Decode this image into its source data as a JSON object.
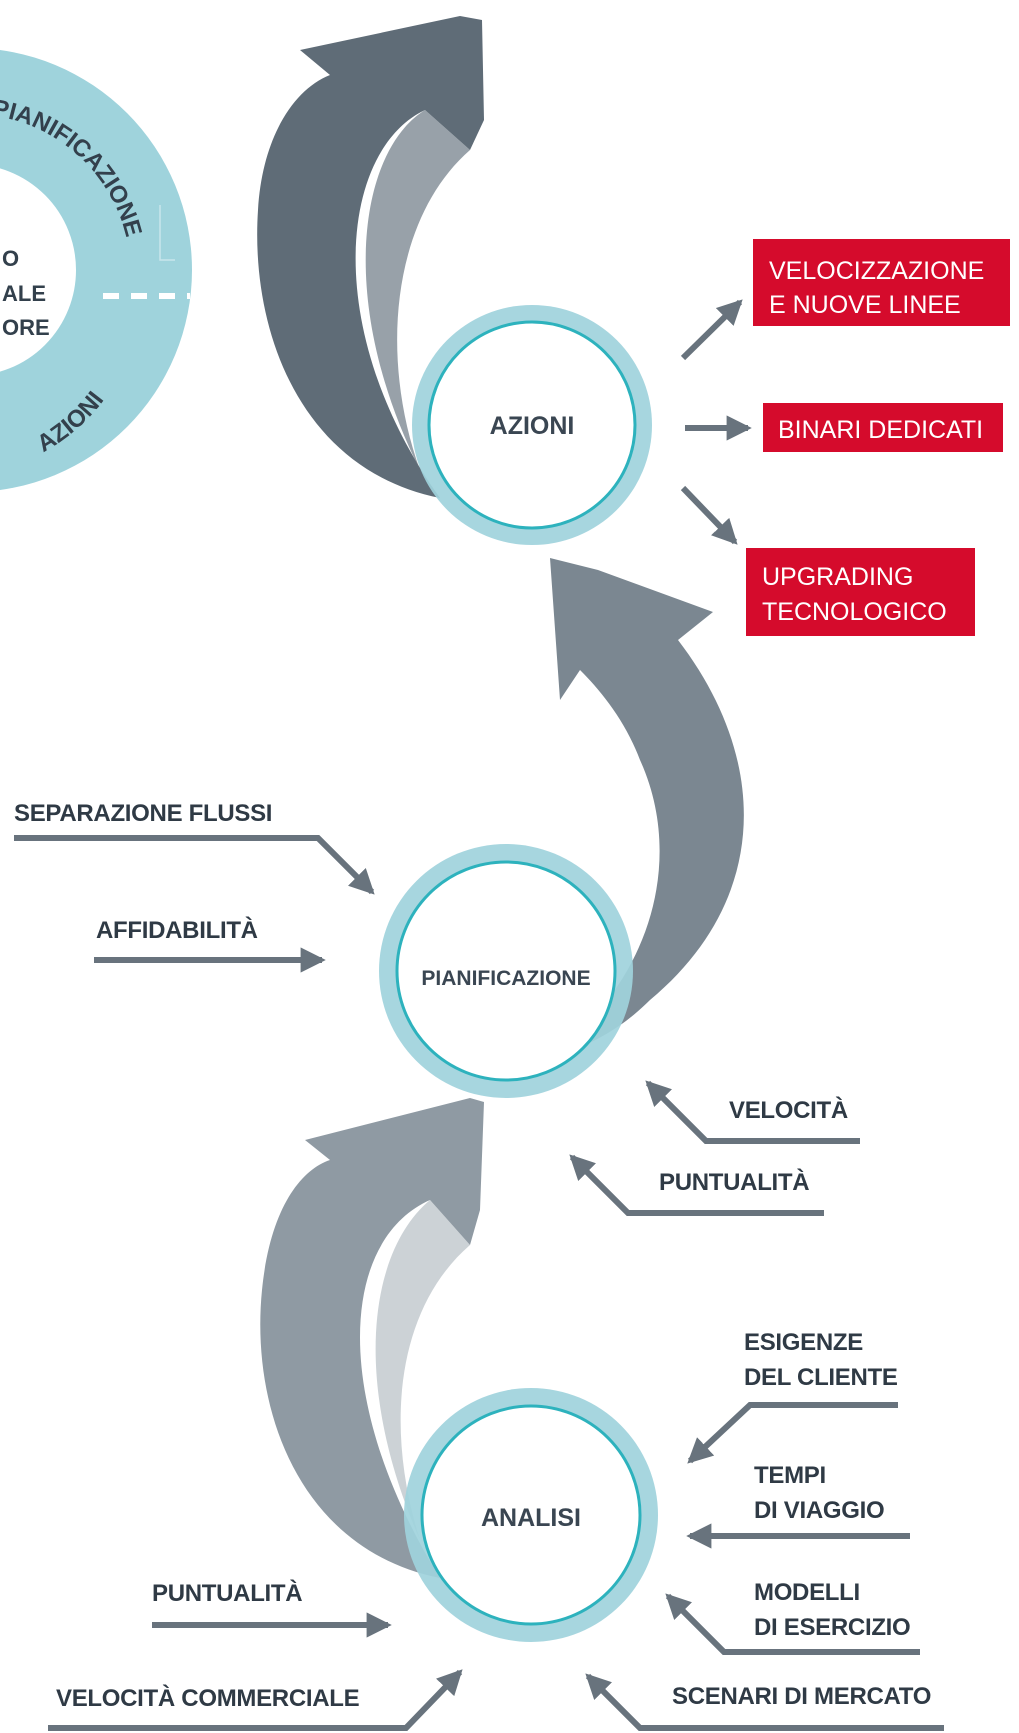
{
  "colors": {
    "teal_ring": "#9fd3dc",
    "teal_stroke": "#2db2bd",
    "arrow_dark": "#5f6c77",
    "arrow_mid": "#7b8791",
    "arrow_light": "#8f9aa3",
    "connector": "#68737d",
    "red": "#d50b2c",
    "text": "#2f3a45"
  },
  "cycle": {
    "ring_top": "PIANIFICAZIONE",
    "ring_bottom": "AZIONI",
    "inner_lines": [
      "O",
      "ALE",
      "ORE"
    ]
  },
  "nodes": {
    "azioni": "AZIONI",
    "pianificazione": "PIANIFICAZIONE",
    "analisi": "ANALISI"
  },
  "outputs": {
    "velocizzazione": [
      "VELOCIZZAZIONE",
      "E NUOVE LINEE"
    ],
    "binari": "BINARI DEDICATI",
    "upgrading": [
      "UPGRADING",
      "TECNOLOGICO"
    ]
  },
  "pianificazione_inputs": {
    "separazione": "SEPARAZIONE FLUSSI",
    "affidabilita": "AFFIDABILITÀ",
    "velocita": "VELOCITÀ",
    "puntualita": "PUNTUALITÀ"
  },
  "analisi_inputs": {
    "esigenze": [
      "ESIGENZE",
      "DEL CLIENTE"
    ],
    "tempi": [
      "TEMPI",
      "DI VIAGGIO"
    ],
    "modelli": [
      "MODELLI",
      "DI ESERCIZIO"
    ],
    "scenari": "SCENARI DI MERCATO",
    "puntualita": "PUNTUALITÀ",
    "velocita_commerciale": "VELOCITÀ COMMERCIALE"
  }
}
